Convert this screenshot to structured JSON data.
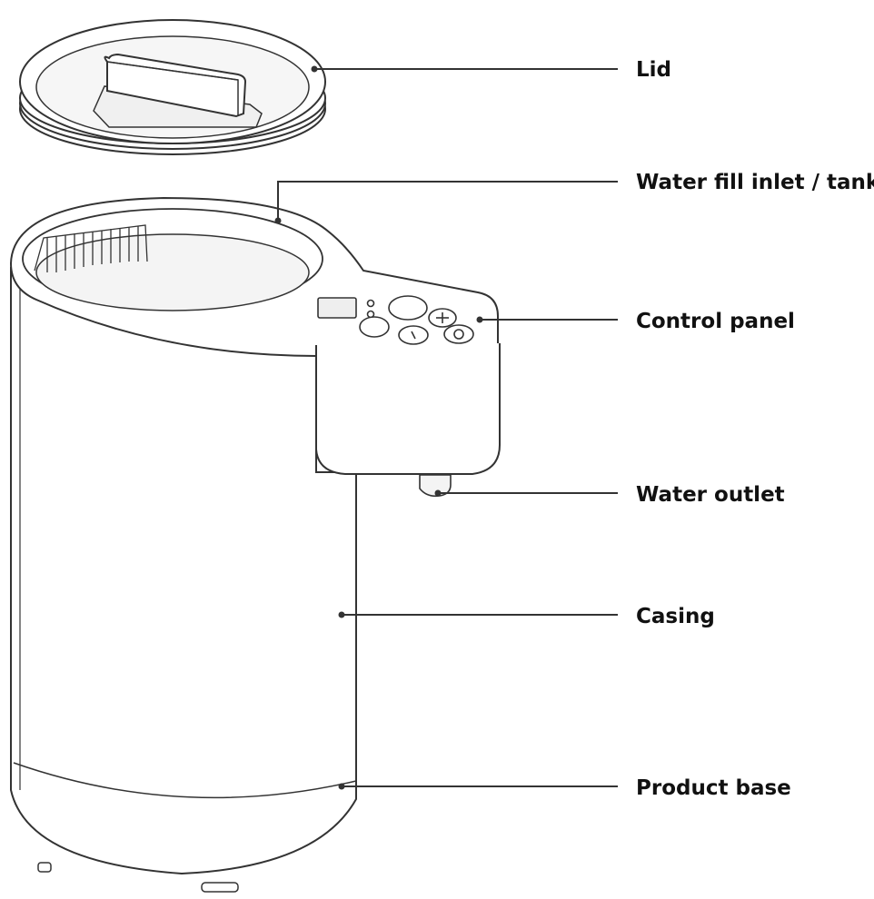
{
  "diagram": {
    "labels": {
      "lid": "Lid",
      "water_fill_inlet_tank": "Water fill inlet / tank",
      "control_panel": "Control panel",
      "water_outlet": "Water outlet",
      "casing": "Casing",
      "product_base": "Product base"
    },
    "colors": {
      "line": "#333333",
      "text": "#111111",
      "fill": "#ffffff",
      "shade": "#f4f4f4"
    }
  }
}
